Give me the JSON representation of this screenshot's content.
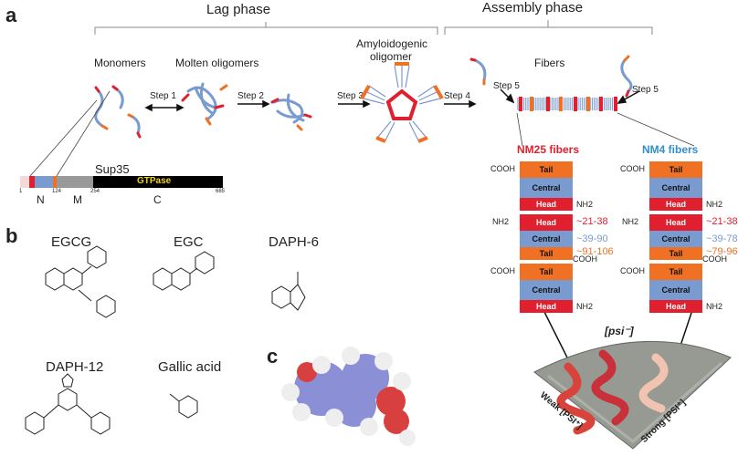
{
  "panels": {
    "a": "a",
    "b": "b",
    "c": "c"
  },
  "phases": {
    "lag": "Lag phase",
    "assembly": "Assembly phase"
  },
  "stages": {
    "monomers": "Monomers",
    "molten": "Molten oligomers",
    "amyloid_line1": "Amyloidogenic",
    "amyloid_line2": "oligomer",
    "fibers": "Fibers"
  },
  "steps": {
    "s1": "Step 1",
    "s2": "Step 2",
    "s3": "Step 3",
    "s4": "Step 4",
    "s5a": "Step 5",
    "s5b": "Step 5"
  },
  "protein": {
    "name": "Sup35",
    "domain_label": "GTPase",
    "region_n": "N",
    "region_m": "M",
    "region_c": "C",
    "pos_1": "1",
    "pos_124": "124",
    "pos_254": "254",
    "pos_685": "685"
  },
  "nm25": {
    "title": "NM25 fibers",
    "blocks": [
      "Tail",
      "Central",
      "Head",
      "Head",
      "Central",
      "Tail",
      "Tail",
      "Central",
      "Head"
    ],
    "cooh": "COOH",
    "nh2": "NH",
    "nh2_sub": "2",
    "ranges": [
      "~21-38",
      "~39-90",
      "~91-106"
    ]
  },
  "nm4": {
    "title": "NM4 fibers",
    "blocks": [
      "Tail",
      "Central",
      "Head",
      "Head",
      "Central",
      "Tail",
      "Tail",
      "Central",
      "Head"
    ],
    "ranges": [
      "~21-38",
      "~39-78",
      "~79-96"
    ]
  },
  "compounds": [
    "EGCG",
    "EGC",
    "DAPH-6",
    "DAPH-12",
    "Gallic acid"
  ],
  "plate": {
    "psi_minus": "[psi⁻]",
    "weak": "Weak [PSI⁺]",
    "strong": "Strong [PSI⁺]"
  },
  "colors": {
    "head": "#e0202e",
    "central": "#7a9bd0",
    "tail": "#f07024",
    "nm25_title": "#e0202e",
    "nm4_title": "#2f8fcf",
    "gtpase_text": "#f2d21a"
  }
}
